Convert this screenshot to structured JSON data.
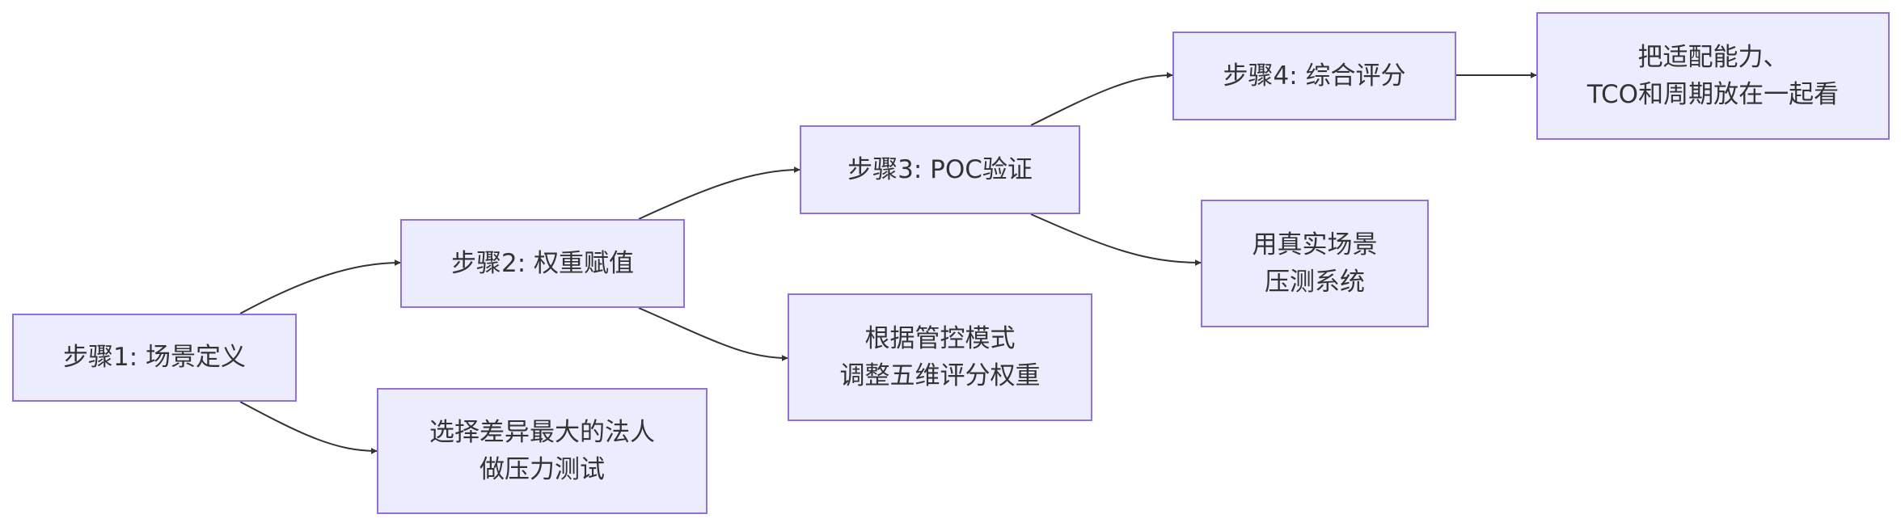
{
  "colors": {
    "node_fill": "#ececff",
    "node_border": "#9370db",
    "edge": "#333333",
    "text": "#333333"
  },
  "diagram": {
    "nodes": [
      {
        "id": "step1",
        "label": "步骤1: 场景定义"
      },
      {
        "id": "detail1",
        "label": "选择差异最大的法人\n做压力测试"
      },
      {
        "id": "step2",
        "label": "步骤2: 权重赋值"
      },
      {
        "id": "detail2",
        "label": "根据管控模式\n调整五维评分权重"
      },
      {
        "id": "step3",
        "label": "步骤3: POC验证"
      },
      {
        "id": "detail3",
        "label": "用真实场景\n压测系统"
      },
      {
        "id": "step4",
        "label": "步骤4: 综合评分"
      },
      {
        "id": "detail4",
        "label": "把适配能力、\nTCO和周期放在一起看"
      }
    ],
    "edges": [
      {
        "from": "step1",
        "to": "step2"
      },
      {
        "from": "step1",
        "to": "detail1"
      },
      {
        "from": "step2",
        "to": "step3"
      },
      {
        "from": "step2",
        "to": "detail2"
      },
      {
        "from": "step3",
        "to": "step4"
      },
      {
        "from": "step3",
        "to": "detail3"
      },
      {
        "from": "step4",
        "to": "detail4"
      }
    ]
  }
}
